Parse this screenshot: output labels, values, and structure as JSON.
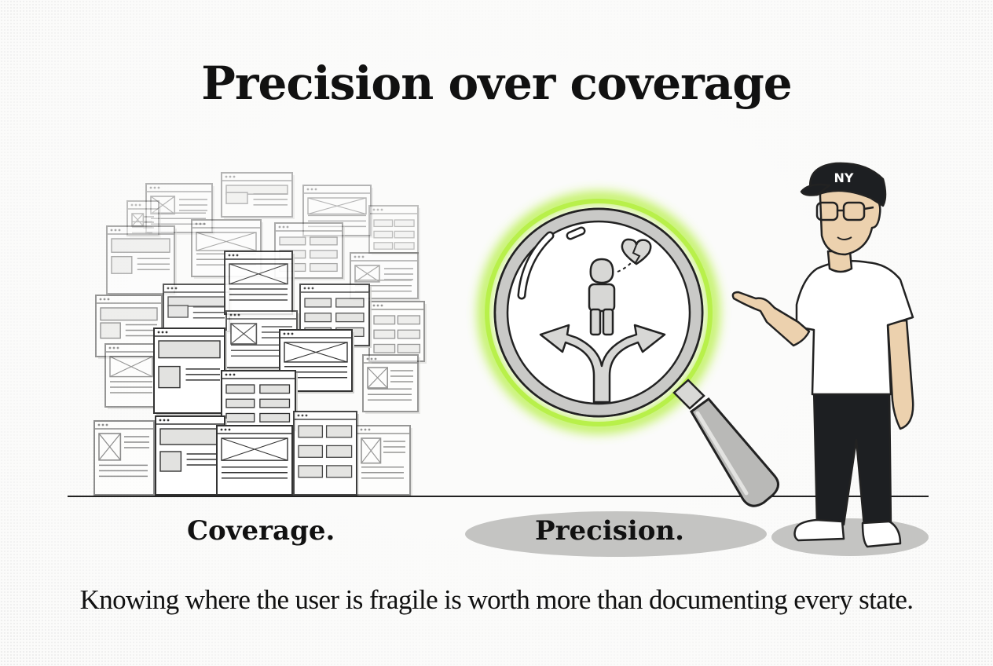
{
  "title": "Precision over coverage",
  "labels": {
    "coverage": "Coverage.",
    "precision": "Precision."
  },
  "caption": "Knowing where the user is fragile is worth more than documenting every state.",
  "cap": {
    "logo": "NY"
  },
  "colors": {
    "accent_glow": "#b8f04a",
    "ink": "#222222",
    "lens_ring": "#c9c9c7",
    "shadow": "#c4c4c2",
    "pants": "#1d1f22"
  },
  "icons": [
    "magnifier-icon",
    "heart-broken-icon",
    "person-icon",
    "fork-arrows-icon"
  ]
}
